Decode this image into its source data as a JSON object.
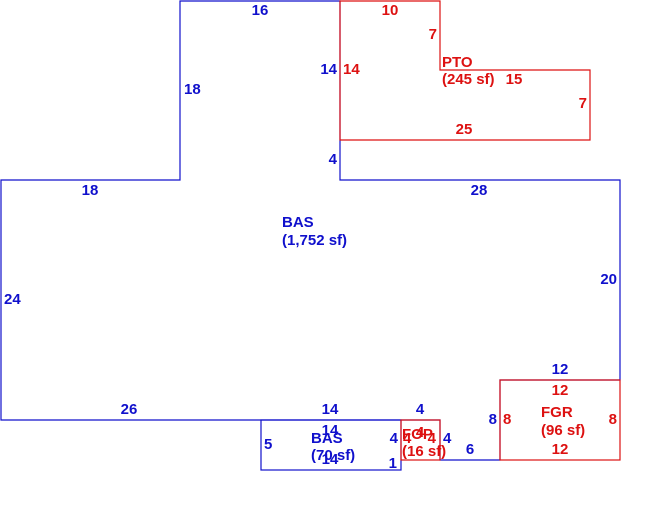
{
  "colors": {
    "living_area": "#1010cc",
    "other_area": "#dd1111",
    "background": "#ffffff"
  },
  "areas": {
    "bas_main": {
      "code": "BAS",
      "area": "(1,752 sf)"
    },
    "pto": {
      "code": "PTO",
      "area": "(245 sf)"
    },
    "bas_small": {
      "code": "BAS",
      "area": "(70 sf)"
    },
    "fgr": {
      "code": "FGR",
      "area": "(96 sf)"
    },
    "fop": {
      "code": "FOP",
      "area": "(16 sf)"
    }
  },
  "dimensions": {
    "bas_top": "16",
    "bas_upper_left_wall": "18",
    "bas_notch_right_wall": "14",
    "bas_notch_lower_wall": "4",
    "bas_left_shoulder": "18",
    "bas_right_top": "28",
    "bas_left_wall": "24",
    "bas_right_wall": "20",
    "bas_bottom_left": "26",
    "bas_bottom_mid": "14",
    "bas_bottom_fop": "4",
    "bas_bottom_step": "6",
    "bas_right_lower": "8",
    "bas_fgr_top": "12",
    "pto_top": "10",
    "pto_step": "7",
    "pto_left": "14",
    "pto_upper_right": "15",
    "pto_right": "7",
    "pto_bottom": "25",
    "fgr_top": "12",
    "fgr_left": "8",
    "fgr_right": "8",
    "fgr_bottom": "12",
    "small_bas_top": "14",
    "small_bas_left": "5",
    "small_bas_right": "4",
    "small_bas_bottom": "14",
    "small_bas_notch": "1",
    "fop_left": "4",
    "fop_top": "4",
    "fop_right": "4",
    "fop_outer_right": "4"
  }
}
